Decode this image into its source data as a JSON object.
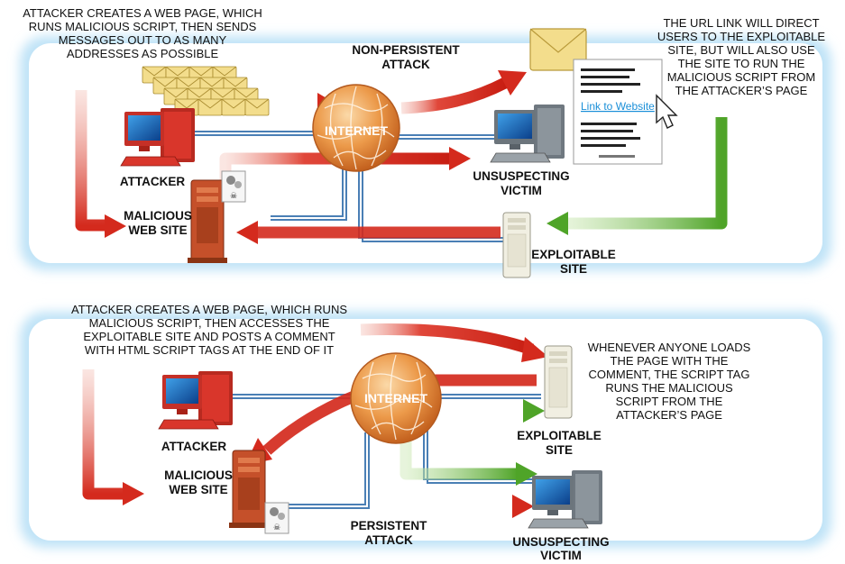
{
  "panels": {
    "top": {
      "title": "NON-PERSISTENT ATTACK",
      "title_lines": [
        "NON-PERSISTENT",
        "ATTACK"
      ],
      "attacker_caption": [
        "ATTACKER CREATES A WEB PAGE, WHICH",
        "RUNS MALICIOUS SCRIPT, THEN SENDS",
        "MESSAGES OUT TO AS MANY",
        "ADDRESSES AS POSSIBLE"
      ],
      "url_caption": [
        "THE URL LINK WILL DIRECT",
        "USERS TO THE EXPLOITABLE",
        "SITE, BUT WILL ALSO USE",
        "THE SITE TO RUN THE",
        "MALICIOUS SCRIPT FROM",
        "THE ATTACKER’S PAGE"
      ],
      "email_link_text": "Link to Website",
      "internet": "INTERNET",
      "attacker": "ATTACKER",
      "malicious_site": [
        "MALICIOUS",
        "WEB SITE"
      ],
      "victim": [
        "UNSUSPECTING",
        "VICTIM"
      ],
      "exploitable_site": [
        "EXPLOITABLE",
        "SITE"
      ]
    },
    "bottom": {
      "title": "PERSISTENT ATTACK",
      "title_lines": [
        "PERSISTENT",
        "ATTACK"
      ],
      "attacker_caption": [
        "ATTACKER CREATES A WEB PAGE, WHICH RUNS",
        "MALICIOUS SCRIPT, THEN ACCESSES THE",
        "EXPLOITABLE SITE AND POSTS A COMMENT",
        "WITH HTML SCRIPT TAGS AT THE END OF IT"
      ],
      "comment_caption": [
        "WHENEVER ANYONE LOADS",
        "THE PAGE WITH THE",
        "COMMENT, THE SCRIPT TAG",
        "RUNS THE MALICIOUS",
        "SCRIPT FROM THE",
        "ATTACKER’S PAGE"
      ],
      "internet": "INTERNET",
      "attacker": "ATTACKER",
      "malicious_site": [
        "MALICIOUS",
        "WEB SITE"
      ],
      "victim": [
        "UNSUSPECTING",
        "VICTIM"
      ],
      "exploitable_site": [
        "EXPLOITABLE",
        "SITE"
      ]
    }
  },
  "colors": {
    "panel_glow": "#bfe3f7",
    "panel_fill": "#ffffff",
    "red_arrow": "#d42a1d",
    "green_arrow": "#5bb02f",
    "network_line": "#4a7fb5",
    "globe": "#e8893a",
    "attacker_pc": "#d9362b",
    "victim_pc": "#7d8790",
    "server_dark": "#c5502a",
    "server_light": "#f1efe2",
    "envelope": "#f3dd8c"
  }
}
